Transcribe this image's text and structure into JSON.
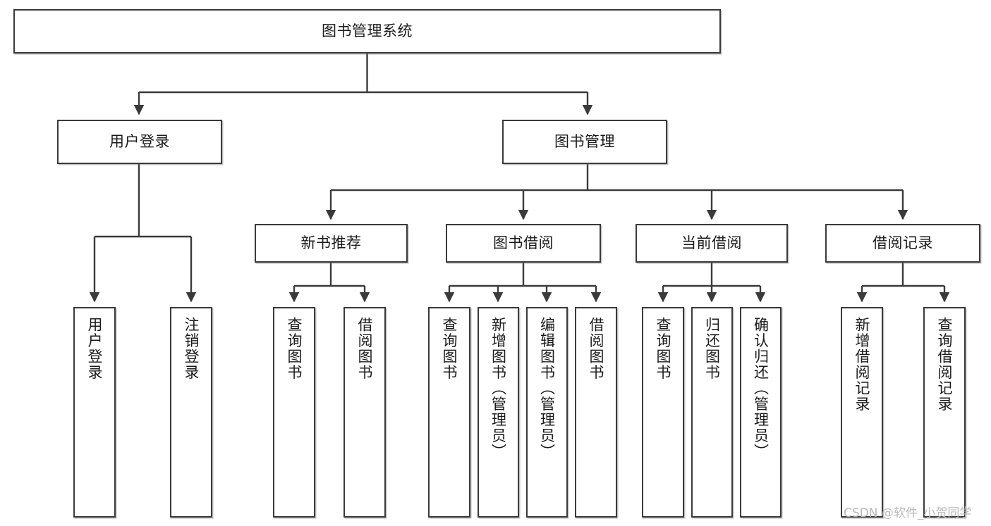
{
  "diagram": {
    "title": "图书管理系统",
    "type": "tree-hierarchy",
    "levels": 4,
    "line_color": "#3a3a3a",
    "box_fill": "#ffffff",
    "text_color": "#1b1b1b"
  },
  "nodes": {
    "root": {
      "label": "图书管理系统"
    },
    "level2": [
      {
        "label": "用户登录"
      },
      {
        "label": "图书管理"
      }
    ],
    "level3": [
      {
        "label": "新书推荐"
      },
      {
        "label": "图书借阅"
      },
      {
        "label": "当前借阅"
      },
      {
        "label": "借阅记录"
      }
    ],
    "leaves_user_login": [
      {
        "label": "用户登录"
      },
      {
        "label": "注销登录"
      }
    ],
    "leaves_new_book": [
      {
        "label": "查询图书"
      },
      {
        "label": "借阅图书"
      }
    ],
    "leaves_borrow": [
      {
        "label": "查询图书"
      },
      {
        "label": "新增图书（管理员）"
      },
      {
        "label": "编辑图书（管理员）"
      },
      {
        "label": "借阅图书"
      }
    ],
    "leaves_current": [
      {
        "label": "查询图书"
      },
      {
        "label": "归还图书"
      },
      {
        "label": "确认归还（管理员）"
      }
    ],
    "leaves_records": [
      {
        "label": "新增借阅记录"
      },
      {
        "label": "查询借阅记录"
      }
    ]
  },
  "watermark": {
    "text": "CSDN @软件_小贺同学"
  }
}
